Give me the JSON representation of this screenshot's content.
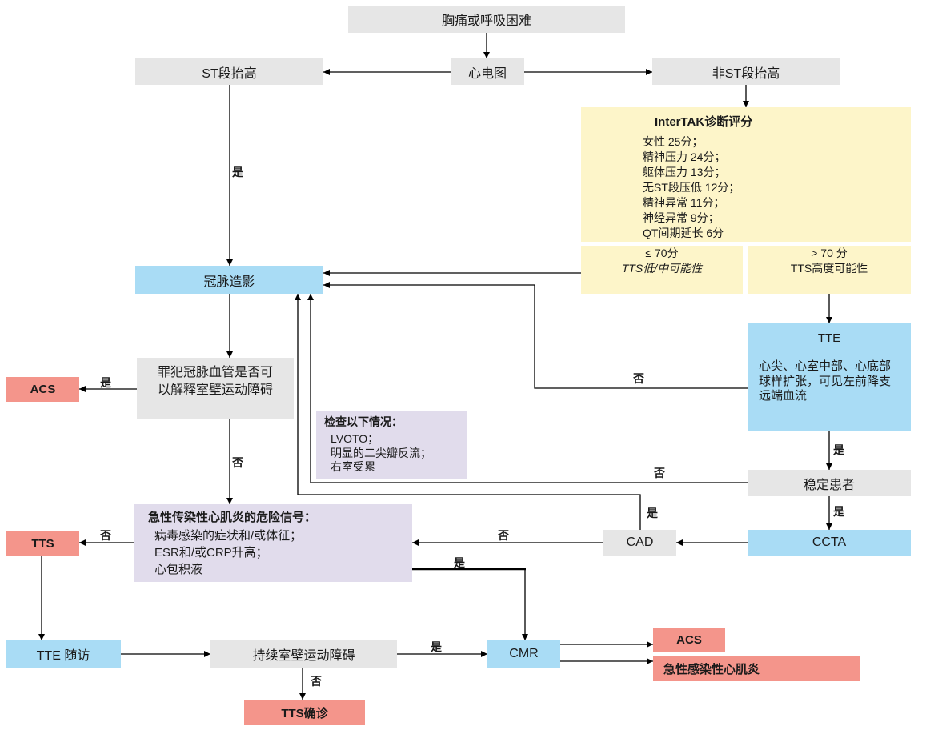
{
  "nodes": {
    "chest_pain": "胸痛或呼吸困难",
    "ecg": "心电图",
    "st_elevation": "ST段抬高",
    "non_st_elevation": "非ST段抬高",
    "intertak": {
      "title": "InterTAK诊断评分",
      "items": [
        "女性  25分；",
        "精神压力 24分；",
        "躯体压力 13分；",
        "无ST段压低  12分；",
        "精神异常  11分；",
        "神经异常  9分；",
        "QT间期延长  6分"
      ]
    },
    "low_score": {
      "score": "≤ 70分",
      "label": "TTS低/中可能性"
    },
    "high_score": {
      "score": "> 70 分",
      "label": "TTS高度可能性"
    },
    "coronary_angiography": "冠脉造影",
    "tte": {
      "title": "TTE",
      "lines": [
        "心尖、心室中部、心底部",
        "球样扩张，可见左前降支",
        "远端血流"
      ]
    },
    "culprit": {
      "lines": [
        "罪犯冠脉血管是否可",
        "以解释室壁运动障碍"
      ]
    },
    "acs_1": "ACS",
    "check": {
      "title": "检查以下情况：",
      "items": [
        "LVOTO；",
        "明显的二尖瓣反流；",
        "右室受累"
      ]
    },
    "stable_patient": "稳定患者",
    "myocarditis_flags": {
      "title": "急性传染性心肌炎的危险信号：",
      "items": [
        "病毒感染的症状和/或体征；",
        "ESR和/或CRP升高；",
        "心包积液"
      ]
    },
    "tts": "TTS",
    "cad": "CAD",
    "ccta": "CCTA",
    "tte_followup": "TTE 随访",
    "persistent_wma": "持续室壁运动障碍",
    "cmr": "CMR",
    "acs_2": "ACS",
    "acute_infective_myocarditis": "急性感染性心肌炎",
    "tts_confirmed": "TTS确诊"
  },
  "edge_labels": {
    "st_to_angio": "是",
    "culprit_to_acs": "是",
    "culprit_to_flags": "否",
    "tte_to_angio": "否",
    "tte_to_stable": "是",
    "stable_to_angio": "否",
    "stable_to_ccta": "是",
    "cad_to_angio": "是",
    "cad_to_flags": "否",
    "flags_to_tts": "否",
    "flags_to_cmr": "是",
    "persistent_to_cmr": "是",
    "persistent_to_confirmed": "否"
  },
  "colors": {
    "gray": "#e6e6e6",
    "yellow": "#fdf5c9",
    "blue": "#a9dcf5",
    "lavender": "#e1dcec",
    "red": "#f4958b"
  }
}
